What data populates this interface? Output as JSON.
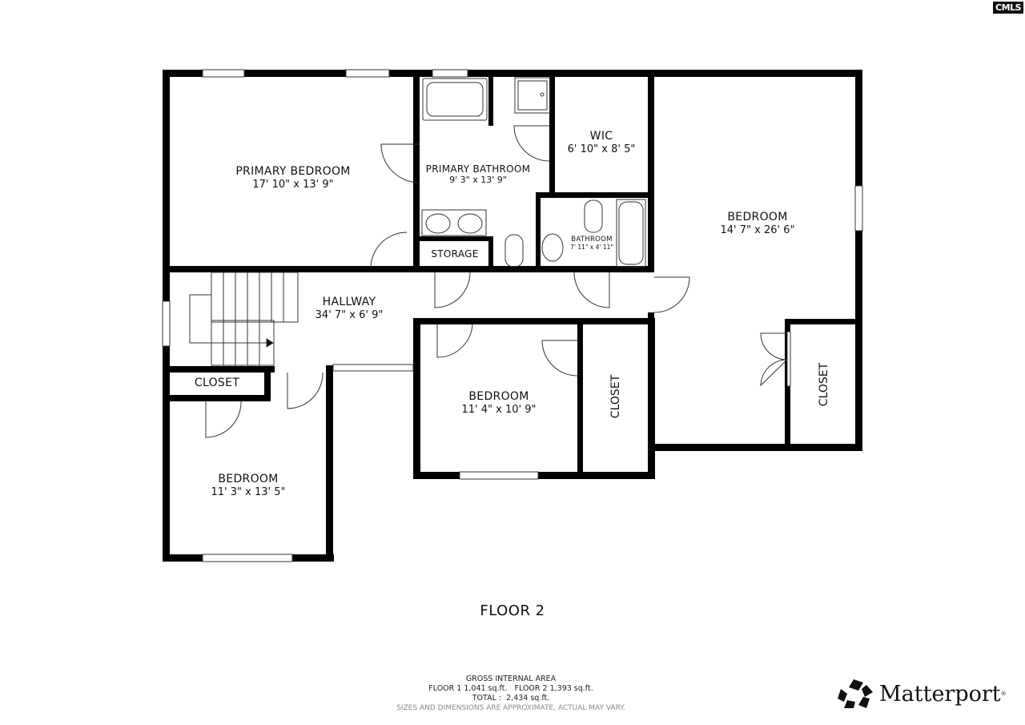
{
  "badge": {
    "text": "CMLS"
  },
  "floor_title": "FLOOR 2",
  "rooms": {
    "primary_bedroom": {
      "name": "PRIMARY BEDROOM",
      "dims": "17' 10\" x 13' 9\""
    },
    "primary_bathroom": {
      "name": "PRIMARY BATHROOM",
      "dims": "9' 3\" x 13' 9\""
    },
    "wic": {
      "name": "WIC",
      "dims": "6' 10\" x 8' 5\""
    },
    "bathroom": {
      "name": "BATHROOM",
      "dims": "7' 11\" x 4' 11\""
    },
    "storage": {
      "name": "STORAGE"
    },
    "bedroom_large": {
      "name": "BEDROOM",
      "dims": "14' 7\" x 26' 6\""
    },
    "hallway": {
      "name": "HALLWAY",
      "dims": "34' 7\" x 6' 9\""
    },
    "closet_left": {
      "name": "CLOSET"
    },
    "bedroom_sw": {
      "name": "BEDROOM",
      "dims": "11' 3\" x 13' 5\""
    },
    "bedroom_mid": {
      "name": "BEDROOM",
      "dims": "11' 4\" x 10' 9\""
    },
    "closet_mid": {
      "name": "CLOSET"
    },
    "closet_right": {
      "name": "CLOSET"
    }
  },
  "area": {
    "heading": "GROSS INTERNAL AREA",
    "floors": "FLOOR 1 1,041 sq.ft.   FLOOR 2 1,393 sq.ft.",
    "total": "TOTAL :  2,434 sq.ft.",
    "disclaimer": "SIZES AND DIMENSIONS ARE APPROXIMATE, ACTUAL MAY VARY."
  },
  "brand": {
    "name": "Matterport",
    "mark": "®",
    "icon": "matterport-logo-icon"
  },
  "colors": {
    "wall": "#000000",
    "background": "#ffffff",
    "fixture_line": "#333333",
    "disclaimer": "#888888"
  }
}
